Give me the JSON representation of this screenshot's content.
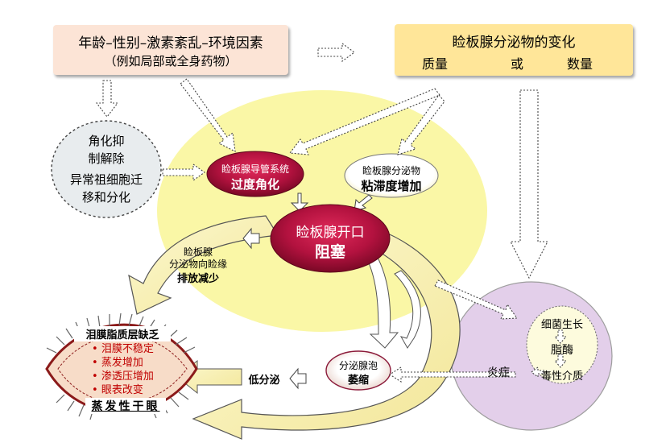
{
  "colors": {
    "top_left_box": "#FCE4D6",
    "top_right_box": "#FFE699",
    "yellow_area": "#FAF7A6",
    "purple_area": "#E3CFEA",
    "red_ellipse": "#A0103A",
    "arrow_fill": "#FAF3B8",
    "eye_fill": "#F7DCC8",
    "eye_text": "#C00000"
  },
  "top_left_box": {
    "line1": "年龄–性别–激素紊乱–环境因素",
    "line2": "（例如局部或全身药物）"
  },
  "top_right_box": {
    "title": "睑板腺分泌物的变化",
    "quality": "质量",
    "or": "或",
    "quantity": "数量"
  },
  "circle_left": {
    "line1": "角化抑",
    "line2": "制解除",
    "line3": "异常祖细胞迁",
    "line4": "移和分化"
  },
  "hyperkeratinization": {
    "line1": "睑板腺导管系统",
    "line2": "过度角化"
  },
  "viscosity": {
    "line1": "睑板腺分泌物",
    "line2": "粘滞度增加"
  },
  "obstruction": {
    "line1": "睑板腺开口",
    "line2": "阻塞"
  },
  "reduced_delivery": {
    "line1": "睑板腺",
    "line2": "分泌物向睑缘",
    "line3": "排放减少"
  },
  "atrophy": {
    "line1": "分泌腺泡",
    "line2": "萎缩"
  },
  "hyposecretion": "低分泌",
  "inflammation": "炎症",
  "bacteria_cycle": {
    "item1": "细菌生长",
    "item2": "脂酶",
    "item3": "毒性介质"
  },
  "eye": {
    "title": "泪膜脂质层缺乏",
    "items": [
      "泪膜不稳定",
      "蒸发增加",
      "渗透压增加",
      "眼表改变"
    ],
    "bottom": "蒸发性干眼"
  },
  "icons": {
    "dotted_arrows": "dotted-arrow-icon",
    "cycle_arrows": "cycle-arrow-icon",
    "eyelashes": "eyelash-icon"
  }
}
